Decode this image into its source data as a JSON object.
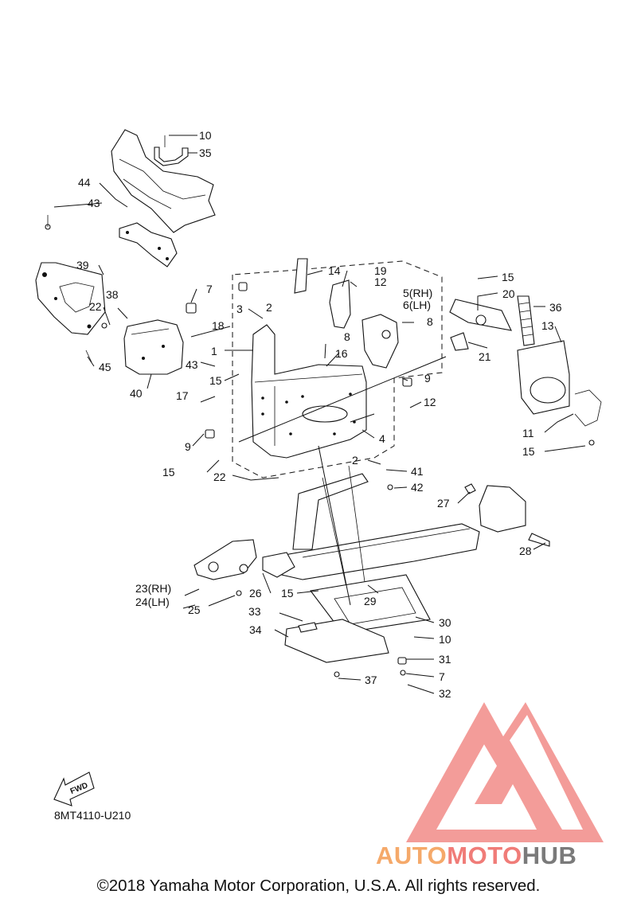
{
  "diagram": {
    "code": "8MT4110-U210",
    "fwd_label": "FWD",
    "copyright": "©2018 Yamaha Motor Corporation, U.S.A. All rights reserved.",
    "watermark": {
      "part1": "AUTO",
      "part2": "MOTO",
      "part3": "HUB",
      "colors": {
        "auto": "#f5a96a",
        "moto": "#f07c78",
        "hub": "#7a7a7a",
        "logo": "#f07c78"
      }
    },
    "labels": [
      {
        "id": "l10a",
        "text": "10"
      },
      {
        "id": "l35",
        "text": "35"
      },
      {
        "id": "l44",
        "text": "44"
      },
      {
        "id": "l43a",
        "text": "43"
      },
      {
        "id": "l39",
        "text": "39"
      },
      {
        "id": "l7a",
        "text": "7"
      },
      {
        "id": "l38",
        "text": "38"
      },
      {
        "id": "l22a",
        "text": "22"
      },
      {
        "id": "l45",
        "text": "45"
      },
      {
        "id": "l40",
        "text": "40"
      },
      {
        "id": "l14",
        "text": "14"
      },
      {
        "id": "l19",
        "text": "19"
      },
      {
        "id": "l12a",
        "text": "12"
      },
      {
        "id": "l3",
        "text": "3"
      },
      {
        "id": "l2a",
        "text": "2"
      },
      {
        "id": "l5",
        "text": "5(RH)"
      },
      {
        "id": "l6",
        "text": "6(LH)"
      },
      {
        "id": "l8a",
        "text": "8"
      },
      {
        "id": "l18",
        "text": "18"
      },
      {
        "id": "l1",
        "text": "1"
      },
      {
        "id": "l8b",
        "text": "8"
      },
      {
        "id": "l16",
        "text": "16"
      },
      {
        "id": "l43b",
        "text": "43"
      },
      {
        "id": "l15a",
        "text": "15"
      },
      {
        "id": "l17",
        "text": "17"
      },
      {
        "id": "l9a",
        "text": "9"
      },
      {
        "id": "l12b",
        "text": "12"
      },
      {
        "id": "l9b",
        "text": "9"
      },
      {
        "id": "l4",
        "text": "4"
      },
      {
        "id": "l15b",
        "text": "15"
      },
      {
        "id": "l2b",
        "text": "2"
      },
      {
        "id": "l41",
        "text": "41"
      },
      {
        "id": "l22b",
        "text": "22"
      },
      {
        "id": "l42",
        "text": "42"
      },
      {
        "id": "l15c",
        "text": "15"
      },
      {
        "id": "l20",
        "text": "20"
      },
      {
        "id": "l36",
        "text": "36"
      },
      {
        "id": "l13",
        "text": "13"
      },
      {
        "id": "l21",
        "text": "21"
      },
      {
        "id": "l11",
        "text": "11"
      },
      {
        "id": "l15d",
        "text": "15"
      },
      {
        "id": "l27",
        "text": "27"
      },
      {
        "id": "l28",
        "text": "28"
      },
      {
        "id": "l23",
        "text": "23(RH)"
      },
      {
        "id": "l24",
        "text": "24(LH)"
      },
      {
        "id": "l25",
        "text": "25"
      },
      {
        "id": "l26",
        "text": "26"
      },
      {
        "id": "l15e",
        "text": "15"
      },
      {
        "id": "l29",
        "text": "29"
      },
      {
        "id": "l33",
        "text": "33"
      },
      {
        "id": "l30",
        "text": "30"
      },
      {
        "id": "l34",
        "text": "34"
      },
      {
        "id": "l10b",
        "text": "10"
      },
      {
        "id": "l31",
        "text": "31"
      },
      {
        "id": "l37",
        "text": "37"
      },
      {
        "id": "l7b",
        "text": "7"
      },
      {
        "id": "l32",
        "text": "32"
      }
    ]
  }
}
